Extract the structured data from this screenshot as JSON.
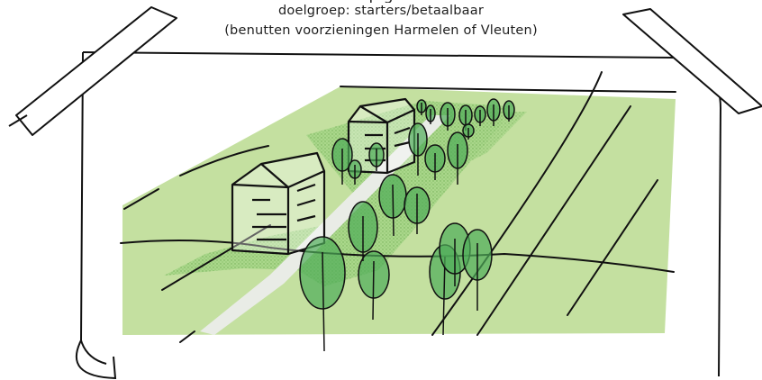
{
  "caption": {
    "title_partial": "p                                       g",
    "audience": "doelgroep: starters/betaalbaar",
    "note": "(benutten voorzieningen Harmelen of Vleuten)"
  },
  "colors": {
    "field": "#c4e0a0",
    "hatch": "#8fc46f",
    "tree": "#4eac58",
    "ink": "#111111",
    "path": "#e9ece6"
  }
}
